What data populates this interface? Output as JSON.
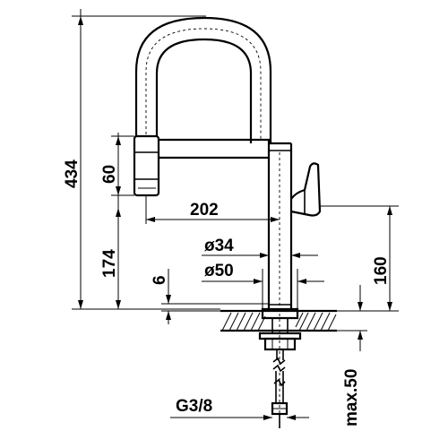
{
  "dimensions": {
    "overall_height": "434",
    "spout_head_length": "60",
    "reach": "202",
    "spout_height": "174",
    "diameter_body": "ø34",
    "diameter_base": "ø50",
    "body_height": "160",
    "base_height": "6",
    "connection_thread": "G3/8",
    "max_deck_thickness": "max.50"
  },
  "colors": {
    "line": "#000000",
    "background": "#ffffff"
  }
}
